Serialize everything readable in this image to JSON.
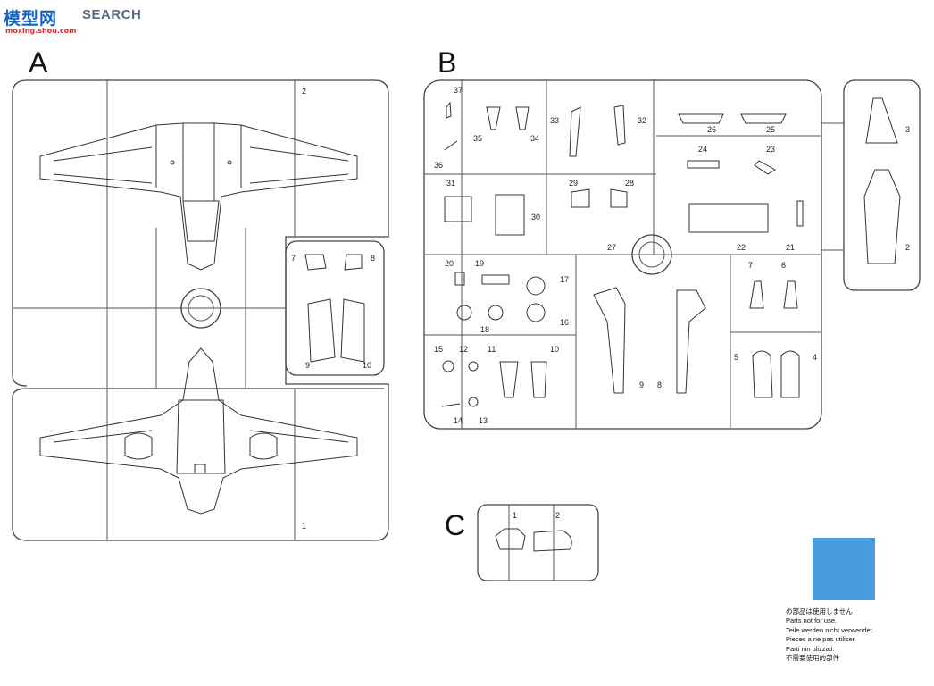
{
  "site": {
    "logo_cn": "模型网",
    "logo_en": "SEARCH",
    "logo_url": "moxing.shou.com"
  },
  "sprues": {
    "a_label": "A",
    "b_label": "B",
    "c_label": "C"
  },
  "part_numbers": {
    "a": [
      "1",
      "2",
      "7",
      "8",
      "9",
      "10"
    ],
    "b": [
      "37",
      "36",
      "35",
      "34",
      "33",
      "32",
      "26",
      "25",
      "24",
      "23",
      "3",
      "2",
      "31",
      "30",
      "29",
      "28",
      "27",
      "22",
      "21",
      "20",
      "19",
      "17",
      "16",
      "18",
      "7",
      "6",
      "15",
      "12",
      "11",
      "10",
      "9",
      "8",
      "5",
      "4",
      "14",
      "13"
    ],
    "c": [
      "1",
      "2"
    ]
  },
  "legend": {
    "color": "#4a9be0",
    "lines": [
      "の部品は使用しません",
      "Parts not for use.",
      "Teile werden nicht verwendet.",
      "Pieces a ne pas utiliser.",
      "Parti nin ulizzati.",
      "不需要使用的部件"
    ]
  }
}
